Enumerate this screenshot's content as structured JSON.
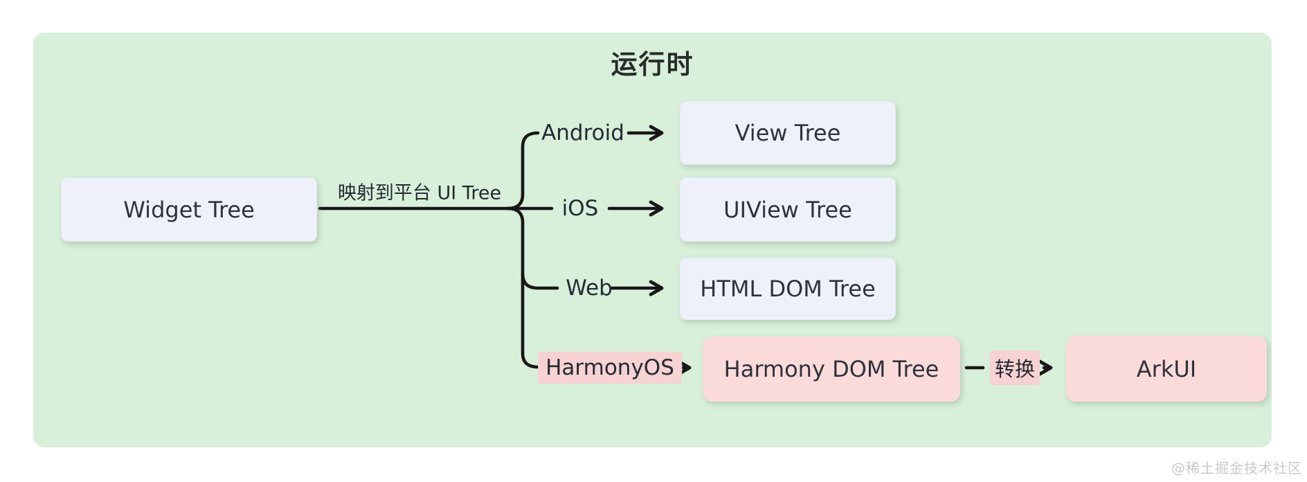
{
  "title": "运行时",
  "root": {
    "label": "Widget Tree"
  },
  "edge_label": "映射到平台 UI Tree",
  "branches": [
    {
      "platform": "Android",
      "target": "View Tree",
      "highlighted": false
    },
    {
      "platform": "iOS",
      "target": "UIView Tree",
      "highlighted": false
    },
    {
      "platform": "Web",
      "target": "HTML DOM Tree",
      "highlighted": false
    },
    {
      "platform": "HarmonyOS",
      "target": "Harmony DOM Tree",
      "highlighted": true,
      "convert_label": "转换",
      "convert_target": "ArkUI"
    }
  ],
  "watermark": "@稀土掘金技术社区",
  "colors": {
    "panel_background": "#d8efda",
    "node_fill": "#eef1f9",
    "highlight_node_fill": "#fbdada",
    "highlight_label_fill": "#f7d2d2",
    "line": "#171717",
    "text": "#2d323c",
    "watermark_text": "#c6ccc7"
  }
}
